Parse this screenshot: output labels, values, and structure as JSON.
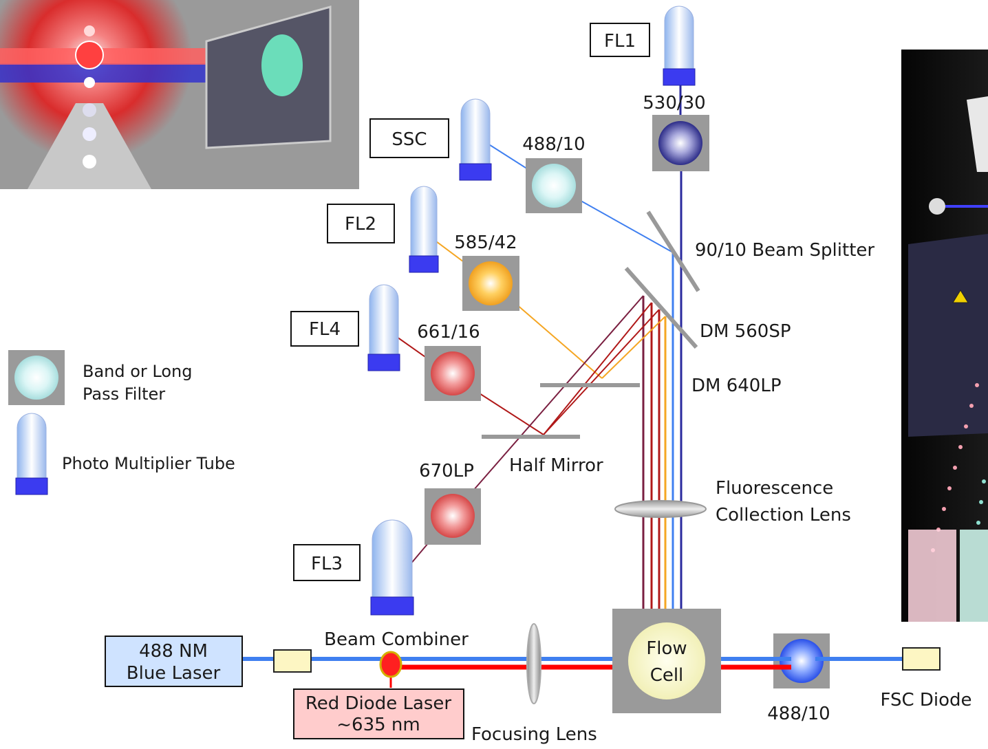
{
  "detectors": {
    "fl1": "FL1",
    "ssc": "SSC",
    "fl2": "FL2",
    "fl4": "FL4",
    "fl3": "FL3"
  },
  "filters": {
    "f530": "530/30",
    "f488_ssc": "488/10",
    "f585": "585/42",
    "f661": "661/16",
    "f670": "670LP",
    "f488_fsc": "488/10"
  },
  "optics": {
    "beam_splitter": "90/10 Beam Splitter",
    "dm560": "DM 560SP",
    "dm640": "DM 640LP",
    "half_mirror": "Half Mirror",
    "collection_lens_line1": "Fluorescence",
    "collection_lens_line2": "Collection Lens",
    "flow_cell_line1": "Flow",
    "flow_cell_line2": "Cell",
    "beam_combiner": "Beam Combiner",
    "focusing_lens": "Focusing Lens",
    "fsc_diode": "FSC Diode"
  },
  "lasers": {
    "blue_line1": "488 NM",
    "blue_line2": "Blue Laser",
    "red_line1": "Red Diode Laser",
    "red_line2": "~635 nm"
  },
  "legend": {
    "filter_line1": "Band or Long",
    "filter_line2": "Pass Filter",
    "pmt": "Photo Multiplier Tube"
  },
  "colors": {
    "blue_beam": "#3f7ff0",
    "red_beam": "#ff0000",
    "orange_beam": "#f5a623",
    "dark_red_beam": "#b01818",
    "maroon_beam": "#7a1f40",
    "navy_beam": "#2a2a9e",
    "laser_blue_box": "#cfe3ff",
    "laser_red_box": "#ffcccc"
  }
}
